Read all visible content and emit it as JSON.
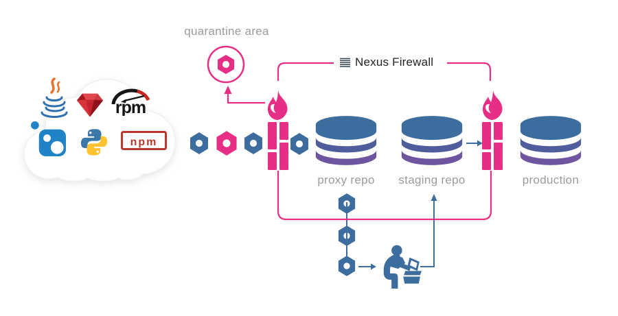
{
  "labels": {
    "quarantine_area": "quarantine area",
    "nexus_firewall": "Nexus Firewall",
    "proxy_repo": "proxy repo",
    "staging_repo": "staging repo",
    "production": "production"
  },
  "logos": {
    "items": [
      "java",
      "ruby",
      "rpm",
      "nuget",
      "python",
      "npm"
    ],
    "rpm_text": "rpm",
    "npm_text": "npm"
  },
  "colors": {
    "pink": "#e72e85",
    "steel_blue": "#3c6d9e",
    "indigo_band": "#4f5d9c",
    "purple_band": "#6f55a0",
    "label_gray": "#9b9b9b",
    "title_dark": "#232323",
    "nuget_blue": "#1f83c6",
    "python_blue": "#3b77a8",
    "python_yellow": "#ffc331",
    "ruby_red": "#c62430",
    "npm_red": "#b9382e",
    "java_orange": "#e8732c",
    "java_blue": "#2f6fb0"
  }
}
